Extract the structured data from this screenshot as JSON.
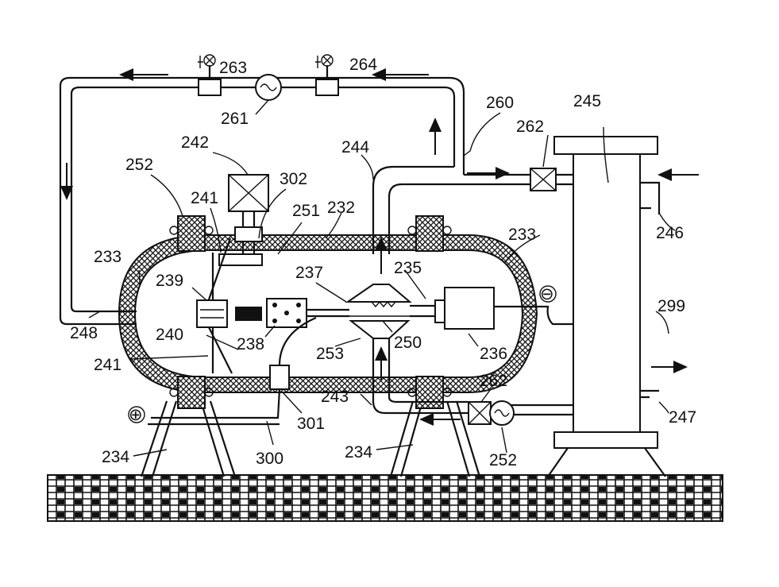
{
  "labels": {
    "l263": "263",
    "l264": "264",
    "l261": "261",
    "l260": "260",
    "l262a": "262",
    "l245": "245",
    "l242": "242",
    "l244": "244",
    "l252a": "252",
    "l302": "302",
    "l241a": "241",
    "l251": "251",
    "l232": "232",
    "l233a": "233",
    "l233b": "233",
    "l246": "246",
    "l235": "235",
    "l237": "237",
    "l239": "239",
    "l299": "299",
    "l248": "248",
    "l240": "240",
    "l238": "238",
    "l250": "250",
    "l253": "253",
    "l236": "236",
    "l241b": "241",
    "l243": "243",
    "l262b": "262",
    "l301": "301",
    "l247": "247",
    "l300": "300",
    "l234a": "234",
    "l234b": "234",
    "l252b": "252"
  },
  "polarity": {
    "positive": "⊕",
    "negative": "⊖"
  },
  "colors": {
    "line": "#111111",
    "background": "#ffffff"
  },
  "icons": [
    "valve-icon",
    "heater-icon",
    "arrow-icon",
    "electrode-icon"
  ]
}
